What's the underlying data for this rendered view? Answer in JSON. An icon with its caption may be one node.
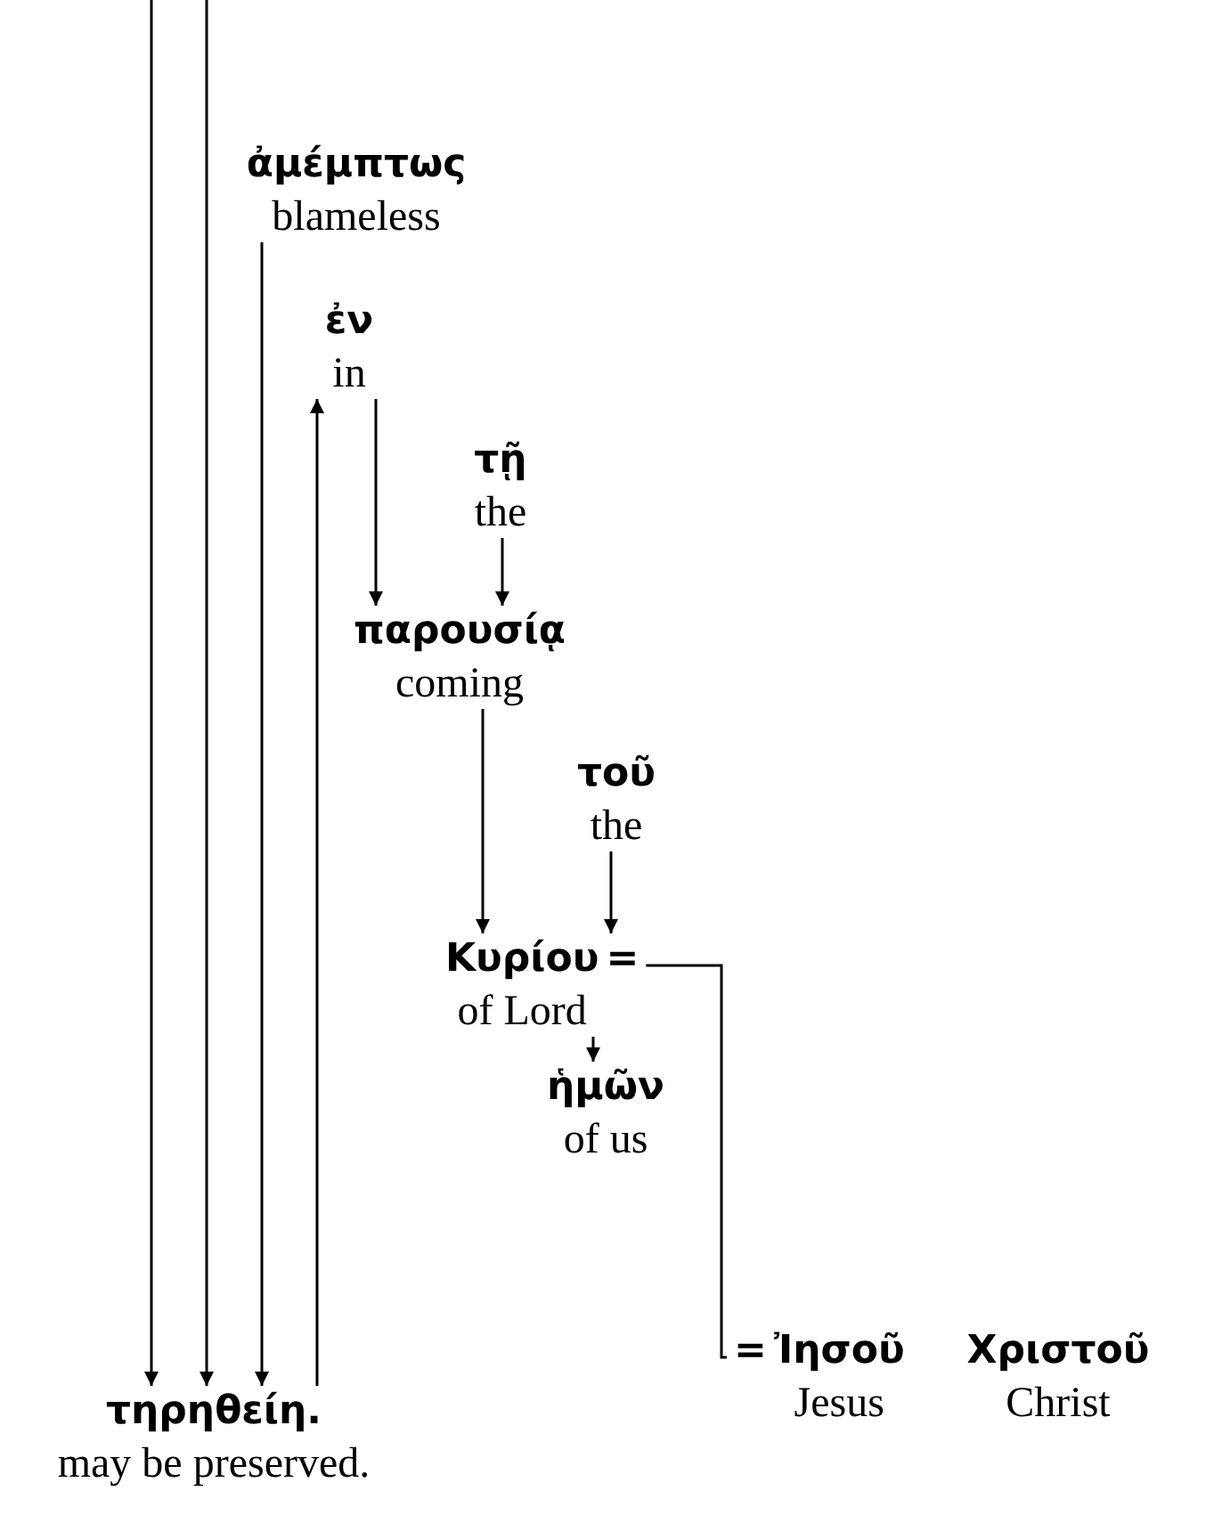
{
  "diagram": {
    "nodes": [
      {
        "text": [
          "ἀμέμπτως",
          "blameless"
        ]
      },
      {
        "text": [
          "ἐν",
          "in"
        ]
      },
      {
        "text": [
          "τῇ",
          "the"
        ]
      },
      {
        "text": [
          "παρουσίᾳ",
          "coming"
        ]
      },
      {
        "text": [
          "τοῦ",
          "the"
        ]
      },
      {
        "text": [
          "Κυρίου",
          "of Lord"
        ],
        "beside": [
          "="
        ]
      },
      {
        "text": [
          "ἡμῶν",
          "of us"
        ]
      },
      {
        "text": [
          "Ἰησοῦ",
          "Jesus"
        ],
        "beside": [
          "="
        ]
      },
      {
        "text": [
          "Χριστοῦ",
          "Christ"
        ]
      },
      {
        "text": [
          "τηρηθείη.",
          "may be preserved."
        ]
      }
    ],
    "edges": [
      {
        "from": null,
        "to": 9,
        "arrow": "to"
      },
      {
        "from": null,
        "to": 9,
        "arrow": "to"
      },
      {
        "from": 0,
        "to": 9,
        "arrow": "to"
      },
      {
        "from": 9,
        "to": 1,
        "arrow": "to"
      },
      {
        "from": 1,
        "to": 3,
        "arrow": "to"
      },
      {
        "from": 2,
        "to": 3,
        "arrow": "to"
      },
      {
        "from": 3,
        "to": 5,
        "arrow": "to"
      },
      {
        "from": 4,
        "to": 5,
        "arrow": "to"
      },
      {
        "from": 5,
        "to": 6,
        "arrow": "to"
      },
      {
        "from": 5,
        "to": 7,
        "arrow": "none"
      }
    ]
  }
}
